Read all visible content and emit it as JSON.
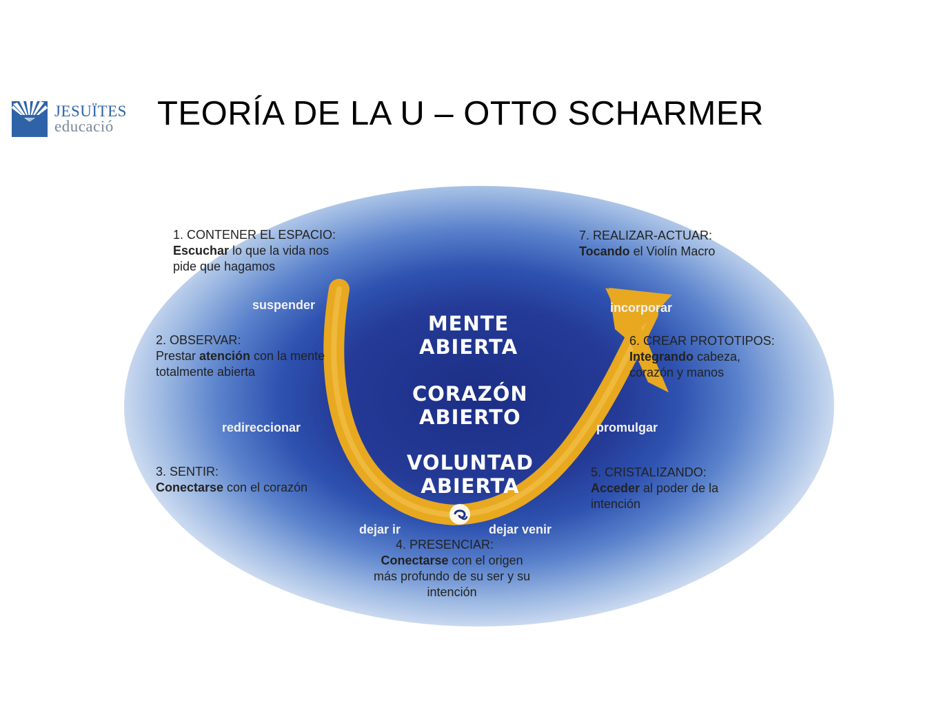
{
  "logo": {
    "line1": "JESUÏTES",
    "line2": "educació"
  },
  "title": "TEORÍA DE LA U – OTTO SCHARMER",
  "diagram": {
    "center": {
      "mind": [
        "MENTE",
        "ABIERTA"
      ],
      "heart": [
        "CORAZÓN",
        "ABIERTO"
      ],
      "will": [
        "VOLUNTAD",
        "ABIERTA"
      ]
    },
    "actions": {
      "suspend": "suspender",
      "redirect": "redireccionar",
      "let_go": "dejar ir",
      "let_come": "dejar venir",
      "enact": "promulgar",
      "embody": "incorporar"
    },
    "steps": [
      {
        "heading": "1. CONTENER EL ESPACIO:",
        "bold": "Escuchar",
        "rest1": " lo que la vida nos",
        "line2": "pide que hagamos"
      },
      {
        "heading": "2. OBSERVAR:",
        "pre": "Prestar ",
        "bold": "atención",
        "rest1": " con la mente",
        "line2": "totalmente abierta"
      },
      {
        "heading": "3. SENTIR:",
        "bold": "Conectarse",
        "rest1": " con el corazón"
      },
      {
        "heading": "4. PRESENCIAR:",
        "bold": "Conectarse",
        "rest1": " con el origen",
        "line2": "más profundo de su ser y su",
        "line3": "intención"
      },
      {
        "heading": "5. CRISTALIZANDO:",
        "bold": "Acceder",
        "rest1": " al poder de la",
        "line2": "intención"
      },
      {
        "heading": "6. CREAR PROTOTIPOS:",
        "bold": "Integrando",
        "rest1": " cabeza,",
        "line2": "corazón y manos"
      },
      {
        "heading": "7. REALIZAR-ACTUAR:",
        "bold": "Tocando",
        "rest1": " el Violín Macro"
      }
    ],
    "colors": {
      "arrow": "#e8a920",
      "field": "#1c2f86",
      "logo": "#2f63a8"
    },
    "icons": {
      "presence": "swirl-icon",
      "logo_mark": "sunburst-icon"
    }
  }
}
